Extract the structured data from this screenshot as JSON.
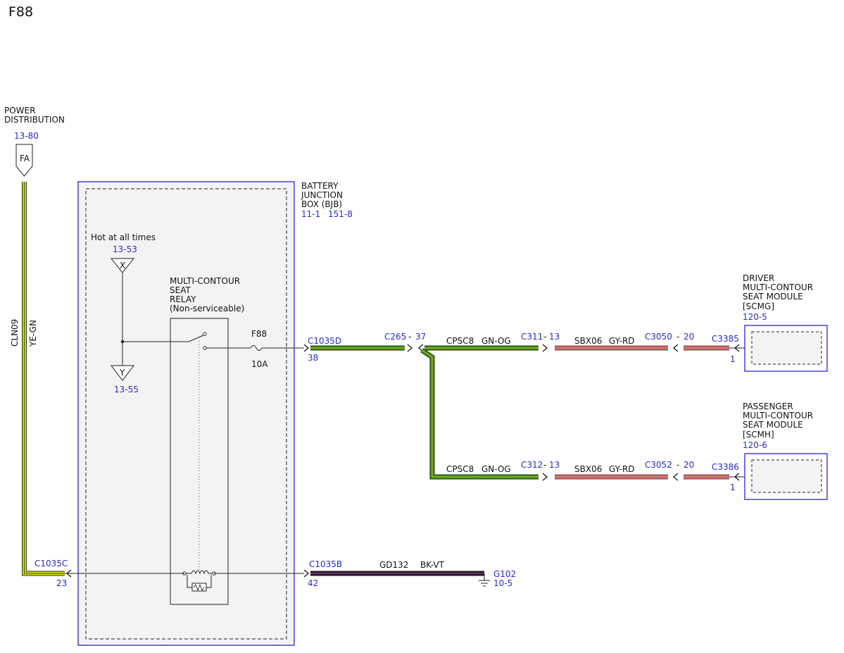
{
  "page": {
    "title": "F88"
  },
  "power": {
    "title_line1": "POWER",
    "title_line2": "DISTRIBUTION",
    "ref": "13-80",
    "connector": "FA",
    "circuit": "CLN09",
    "wire_color": "YE-GN"
  },
  "bjb": {
    "line1": "BATTERY",
    "line2": "JUNCTION",
    "line3": "BOX (BJB)",
    "ref1": "11-1",
    "ref2": "151-8",
    "hot_label": "Hot at all times",
    "ref_x": "13-53",
    "conn_x": "X",
    "ref_y": "13-55",
    "conn_y": "Y",
    "relay_line1": "MULTI-CONTOUR",
    "relay_line2": "SEAT",
    "relay_line3": "RELAY",
    "relay_line4": "(Non-serviceable)",
    "fuse_label": "F88",
    "fuse_rating": "10A",
    "c1035d": "C1035D",
    "c1035d_pin": "38",
    "c1035c": "C1035C",
    "c1035c_pin": "23",
    "c1035b": "C1035B",
    "c1035b_pin": "42"
  },
  "upper_run": {
    "splice": "C265",
    "splice_pin": "37",
    "circuit1": "CPSC8",
    "color1": "GN-OG",
    "conn1": "C311",
    "conn1_pin": "13",
    "circuit2": "SBX06",
    "color2": "GY-RD",
    "conn2": "C3050",
    "conn2_pin": "20",
    "conn3": "C3385",
    "conn3_pin": "1"
  },
  "lower_run": {
    "circuit1": "CPSC8",
    "color1": "GN-OG",
    "conn1": "C312",
    "conn1_pin": "13",
    "circuit2": "SBX06",
    "color2": "GY-RD",
    "conn2": "C3052",
    "conn2_pin": "20",
    "conn3": "C3386",
    "conn3_pin": "1"
  },
  "ground_run": {
    "circuit": "GD132",
    "color": "BK-VT",
    "ground": "G102",
    "ground_ref": "10-5"
  },
  "driver_module": {
    "line1": "DRIVER",
    "line2": "MULTI-CONTOUR",
    "line3": "SEAT MODULE",
    "line4": "[SCMG]",
    "ref": "120-5"
  },
  "passenger_module": {
    "line1": "PASSENGER",
    "line2": "MULTI-CONTOUR",
    "line3": "SEAT MODULE",
    "line4": "[SCMH]",
    "ref": "120-6"
  },
  "colors": {
    "ye_gn": "#d4d400",
    "gn_og": "#3c9a12",
    "gy_rd": "#e25a5a",
    "bk_vt": "#b028a8",
    "box_border": "#2626cc"
  }
}
